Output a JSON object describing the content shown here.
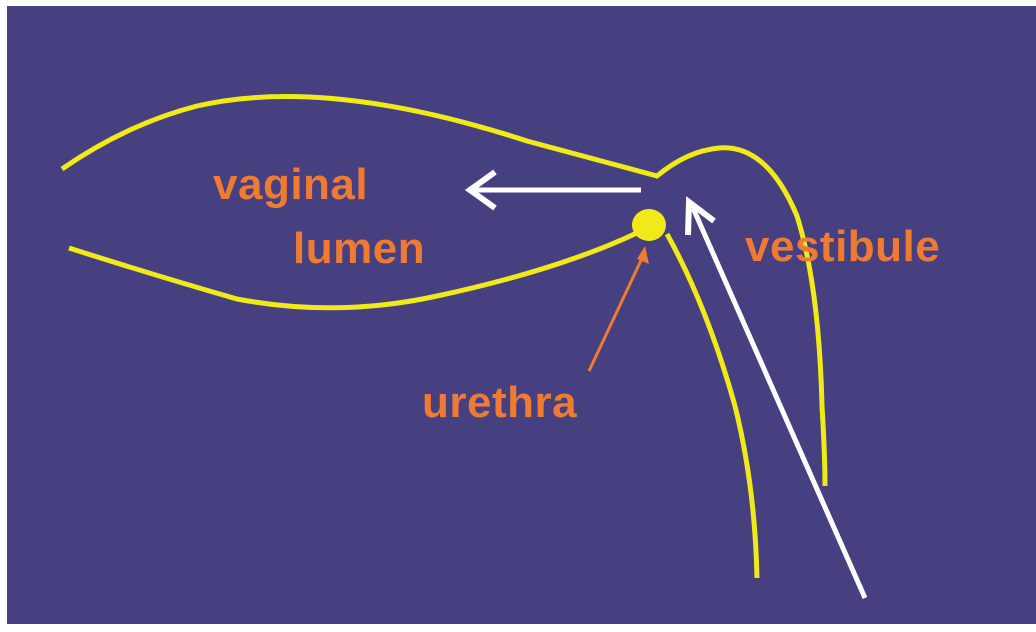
{
  "colors": {
    "background": "#463f80",
    "outline": "#f2ea18",
    "label_text": "#ef7b32",
    "arrow": "#ffffff",
    "pointer": "#ef7b32",
    "urethra_dot": "#f2ea18"
  },
  "labels": {
    "vaginal": "vaginal",
    "lumen": "lumen",
    "vestibule": "vestibule",
    "urethra": "urethra"
  },
  "icons": {
    "urethra_marker": "filled-circle",
    "direction_arrows": "arrow"
  }
}
